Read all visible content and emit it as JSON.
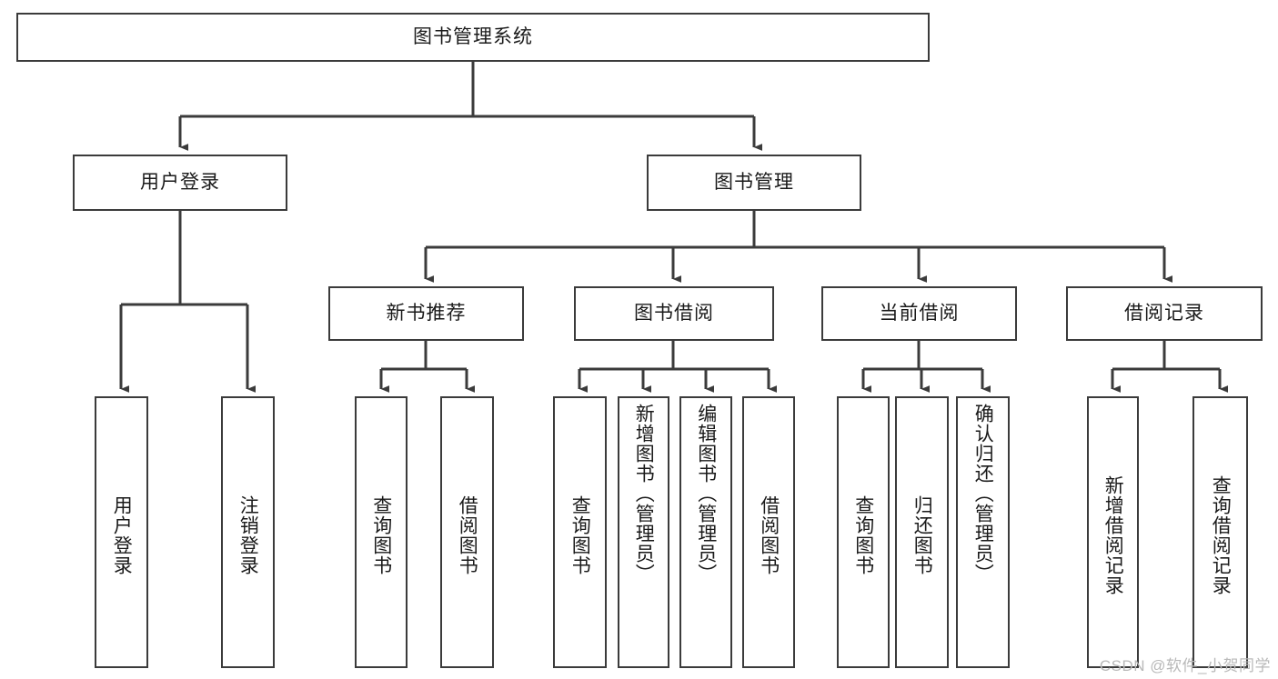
{
  "diagram": {
    "type": "tree-hierarchy-diagram",
    "title": "图书管理系统",
    "colors": {
      "stroke": "#3b3b3b",
      "fill": "#ffffff",
      "text": "#1a1a1a",
      "watermark": "#b9b9b9"
    },
    "watermark": "CSDN @软件_小贺同学",
    "nodes": {
      "root": {
        "label": "图书管理系统",
        "level": 1,
        "orientation": "horizontal"
      },
      "level2": [
        {
          "id": "user-login",
          "label": "用户登录",
          "orientation": "horizontal"
        },
        {
          "id": "book-management",
          "label": "图书管理",
          "orientation": "horizontal"
        }
      ],
      "level3": [
        {
          "id": "new-book-recommend",
          "label": "新书推荐",
          "orientation": "horizontal",
          "parent": "book-management"
        },
        {
          "id": "book-borrow",
          "label": "图书借阅",
          "orientation": "horizontal",
          "parent": "book-management"
        },
        {
          "id": "current-borrow",
          "label": "当前借阅",
          "orientation": "horizontal",
          "parent": "book-management"
        },
        {
          "id": "borrow-record",
          "label": "借阅记录",
          "orientation": "horizontal",
          "parent": "book-management"
        }
      ],
      "leaves": [
        {
          "id": "leaf-user-login",
          "label": "用户登录",
          "parent": "user-login"
        },
        {
          "id": "leaf-user-logout",
          "label": "注销登录",
          "parent": "user-login"
        },
        {
          "id": "leaf-query-book-1",
          "label": "查询图书",
          "parent": "new-book-recommend"
        },
        {
          "id": "leaf-borrow-book-1",
          "label": "借阅图书",
          "parent": "new-book-recommend"
        },
        {
          "id": "leaf-query-book-2",
          "label": "查询图书",
          "parent": "book-borrow"
        },
        {
          "id": "leaf-add-book",
          "label": "新增图书（管理员）",
          "parent": "book-borrow"
        },
        {
          "id": "leaf-edit-book",
          "label": "编辑图书（管理员）",
          "parent": "book-borrow"
        },
        {
          "id": "leaf-borrow-book-2",
          "label": "借阅图书",
          "parent": "book-borrow"
        },
        {
          "id": "leaf-query-book-3",
          "label": "查询图书",
          "parent": "current-borrow"
        },
        {
          "id": "leaf-return-book",
          "label": "归还图书",
          "parent": "current-borrow"
        },
        {
          "id": "leaf-confirm-return",
          "label": "确认归还（管理员）",
          "parent": "current-borrow"
        },
        {
          "id": "leaf-add-record",
          "label": "新增借阅记录",
          "parent": "borrow-record"
        },
        {
          "id": "leaf-query-record",
          "label": "查询借阅记录",
          "parent": "borrow-record"
        }
      ]
    }
  }
}
